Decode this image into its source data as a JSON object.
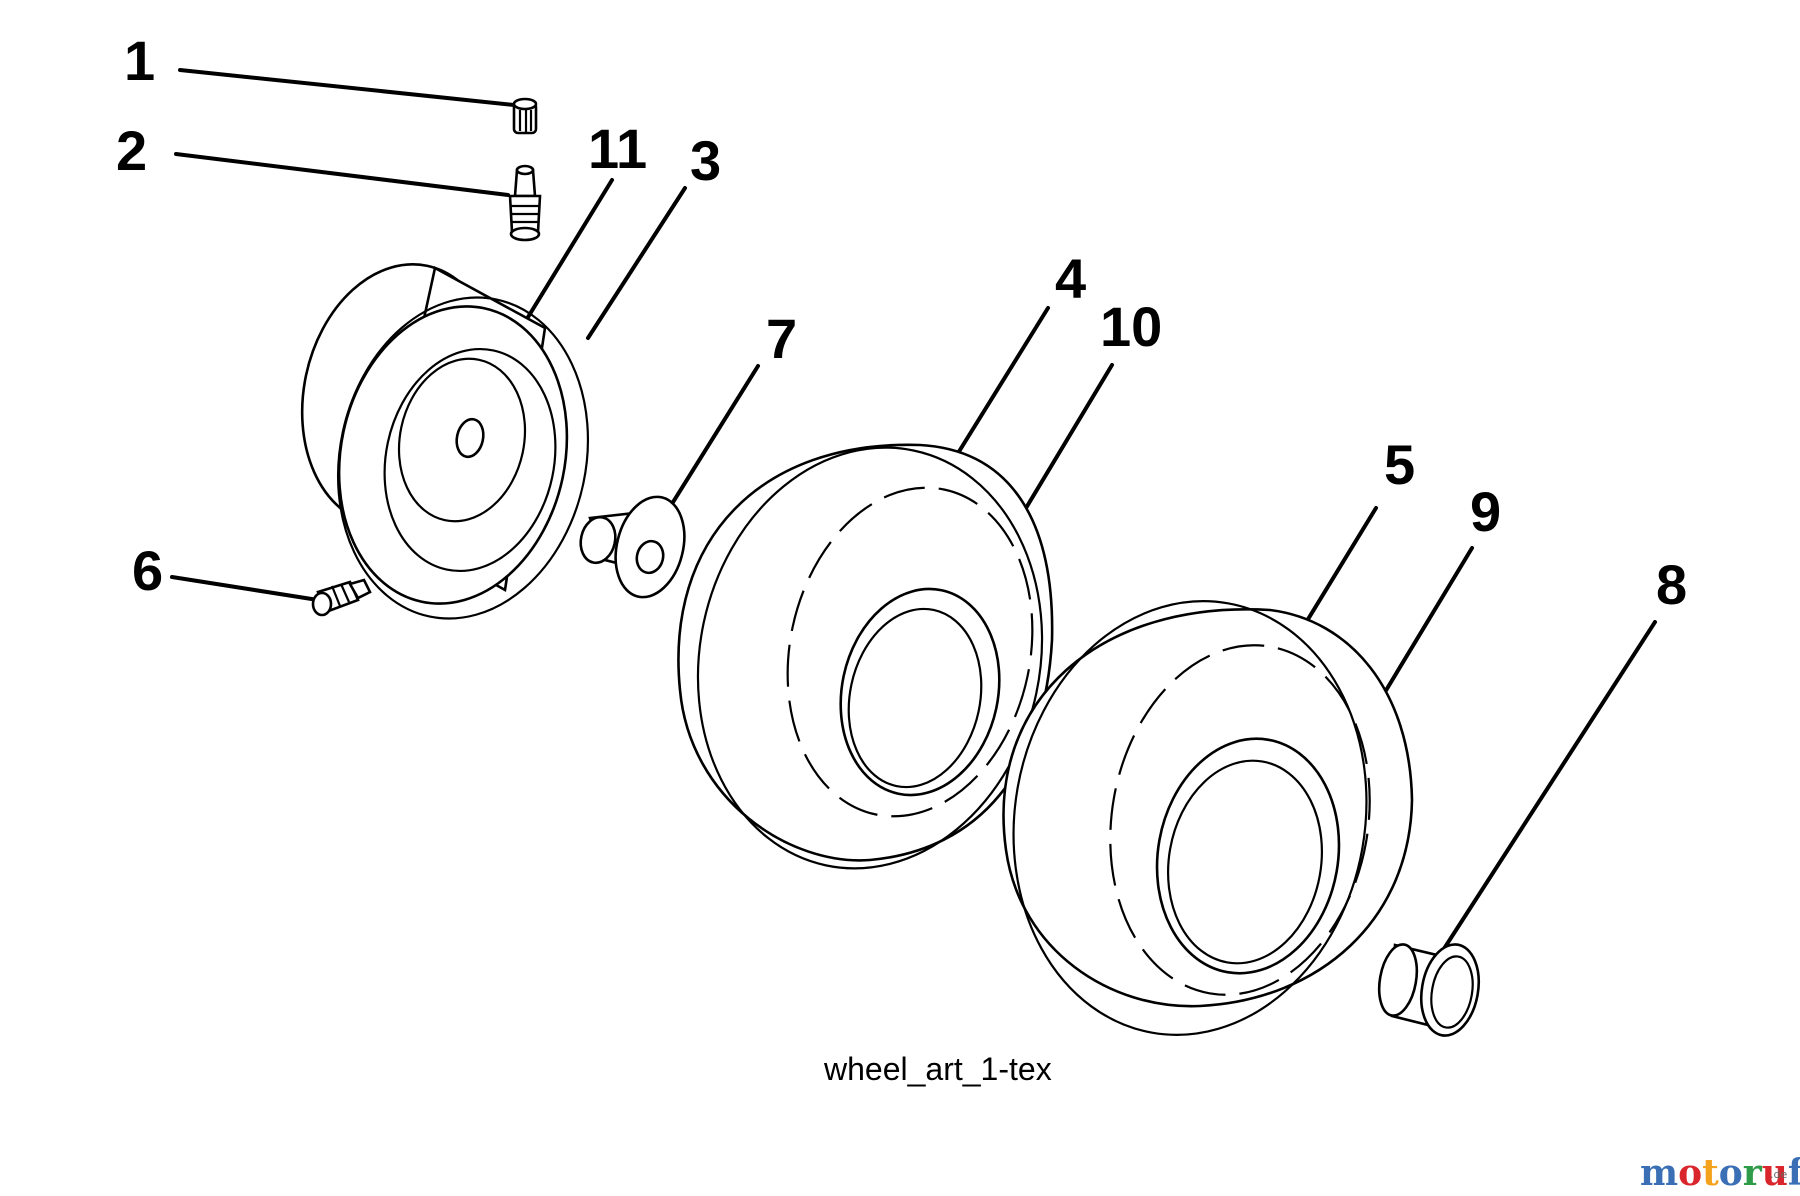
{
  "callouts": {
    "c1": "1",
    "c2": "2",
    "c3": "3",
    "c4": "4",
    "c5": "5",
    "c6": "6",
    "c7": "7",
    "c8": "8",
    "c9": "9",
    "c10": "10",
    "c11": "11"
  },
  "caption": "wheel_art_1-tex",
  "watermark": {
    "letters": [
      "m",
      "o",
      "t",
      "o",
      "r",
      "u",
      "f"
    ],
    "letter_colors": [
      "#3a6fb5",
      "#d9262c",
      "#f4a21c",
      "#3a6fb5",
      "#2e9b48",
      "#d9262c",
      "#3a6fb5"
    ],
    "suffix": ".de"
  }
}
